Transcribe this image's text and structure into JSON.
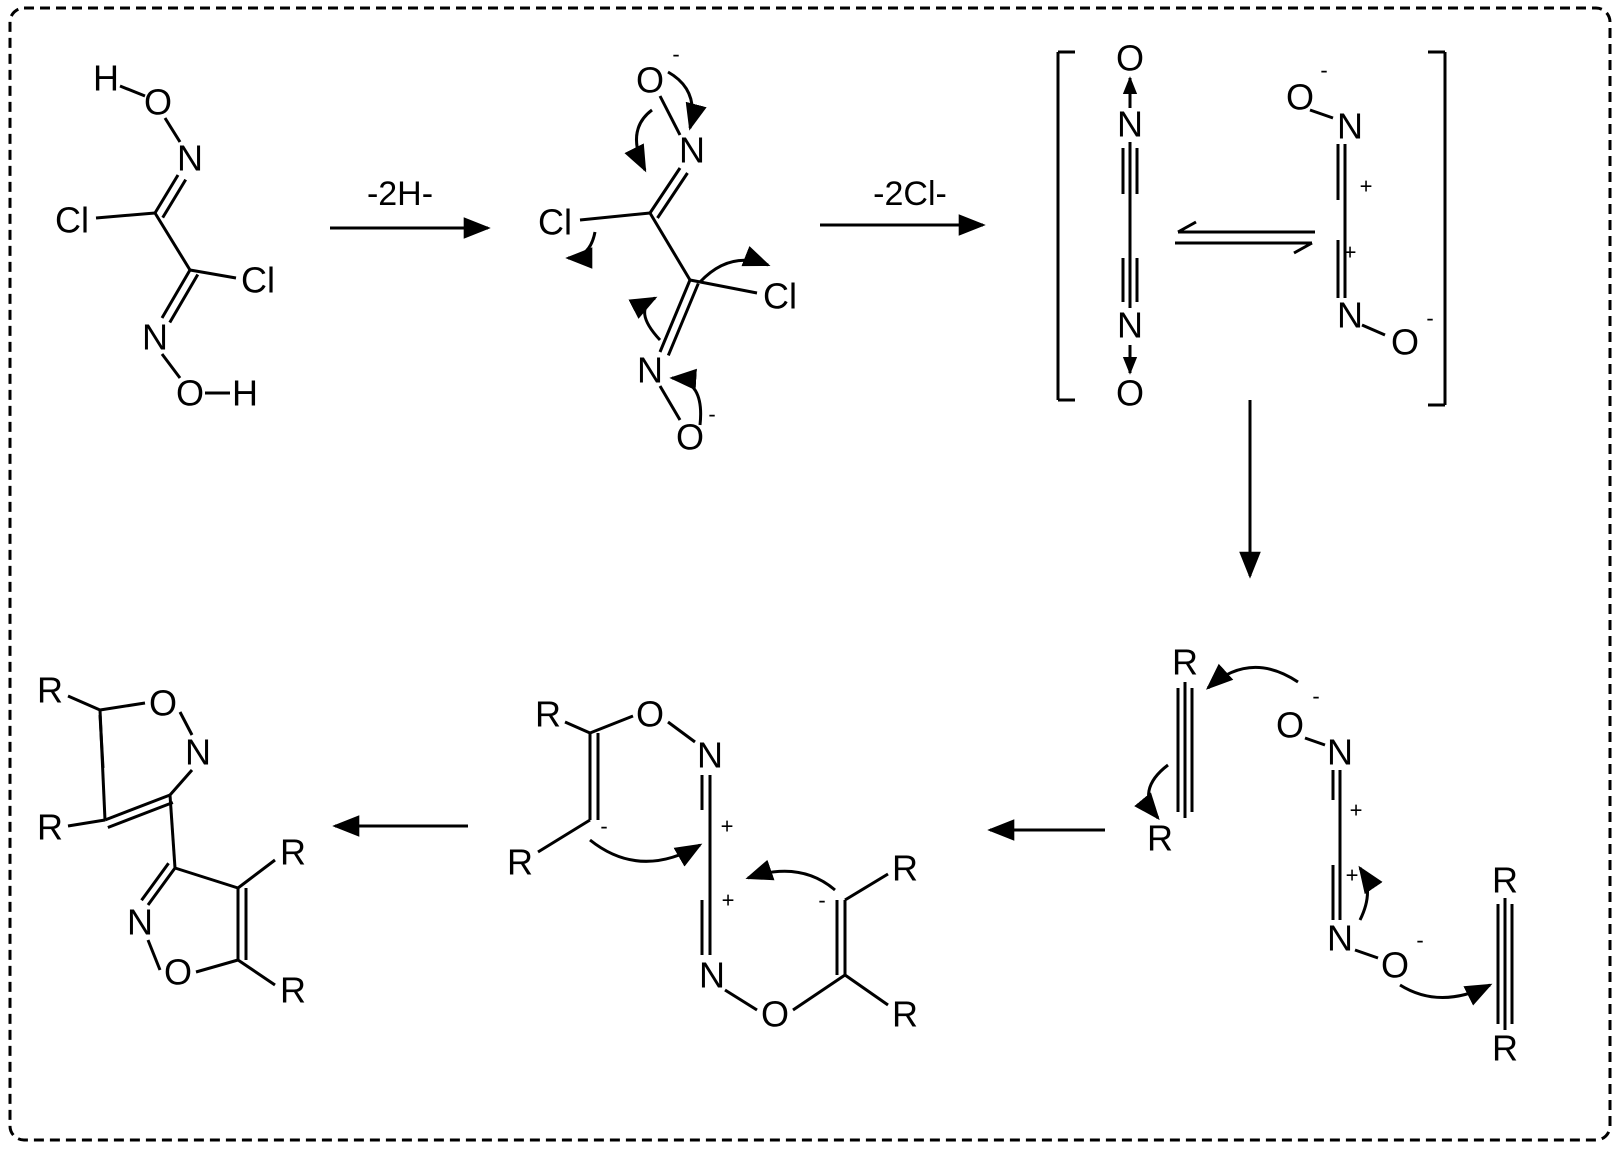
{
  "title": "Mechanism of 3,3'-biisoxazole formation from dichloroglyoxime",
  "atoms": {
    "O": "O",
    "N": "N",
    "Cl": "Cl",
    "H": "H",
    "R": "R"
  },
  "charges": {
    "minus": "-",
    "plus": "+"
  },
  "reagents": {
    "step1": "-2H-",
    "step2": "-2Cl-"
  }
}
